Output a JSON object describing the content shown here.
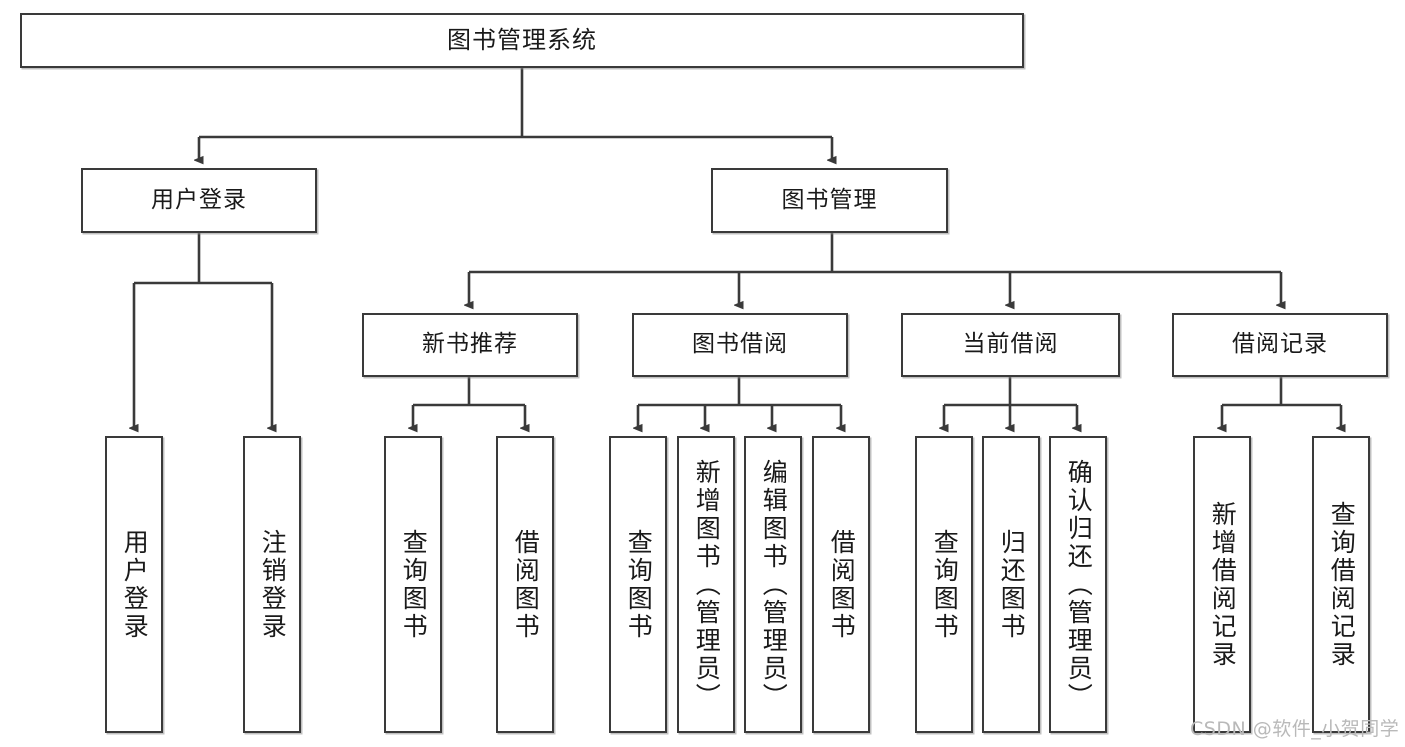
{
  "diagram": {
    "title": "图书管理系统",
    "type": "tree-hierarchy-chart",
    "root": {
      "id": "root",
      "label": "图书管理系统"
    },
    "level2": [
      {
        "id": "user-login",
        "label": "用户登录"
      },
      {
        "id": "book-manage",
        "label": "图书管理"
      }
    ],
    "level3": [
      {
        "id": "new-book-recommend",
        "label": "新书推荐",
        "parent": "book-manage"
      },
      {
        "id": "book-borrow",
        "label": "图书借阅",
        "parent": "book-manage"
      },
      {
        "id": "current-borrow",
        "label": "当前借阅",
        "parent": "book-manage"
      },
      {
        "id": "borrow-record",
        "label": "借阅记录",
        "parent": "book-manage"
      }
    ],
    "leaves": [
      {
        "id": "leaf-user-login",
        "label": "用户登录",
        "parent": "user-login"
      },
      {
        "id": "leaf-logout-login",
        "label": "注销登录",
        "parent": "user-login"
      },
      {
        "id": "leaf-query-book-1",
        "label": "查询图书",
        "parent": "new-book-recommend"
      },
      {
        "id": "leaf-borrow-book-1",
        "label": "借阅图书",
        "parent": "new-book-recommend"
      },
      {
        "id": "leaf-query-book-2",
        "label": "查询图书",
        "parent": "book-borrow"
      },
      {
        "id": "leaf-add-book",
        "label": "新增图书（管理员）",
        "parent": "book-borrow"
      },
      {
        "id": "leaf-edit-book",
        "label": "编辑图书（管理员）",
        "parent": "book-borrow"
      },
      {
        "id": "leaf-borrow-book-2",
        "label": "借阅图书",
        "parent": "book-borrow"
      },
      {
        "id": "leaf-query-book-3",
        "label": "查询图书",
        "parent": "current-borrow"
      },
      {
        "id": "leaf-return-book",
        "label": "归还图书",
        "parent": "current-borrow"
      },
      {
        "id": "leaf-confirm-return",
        "label": "确认归还（管理员）",
        "parent": "current-borrow"
      },
      {
        "id": "leaf-add-record",
        "label": "新增借阅记录",
        "parent": "borrow-record"
      },
      {
        "id": "leaf-query-record",
        "label": "查询借阅记录",
        "parent": "borrow-record"
      }
    ]
  },
  "watermark": {
    "text": "CSDN @软件_小贺同学"
  },
  "colors": {
    "stroke": "#3a3a3a",
    "background": "#ffffff",
    "text": "#1a1a1a",
    "watermark": "#b9b9b9"
  }
}
